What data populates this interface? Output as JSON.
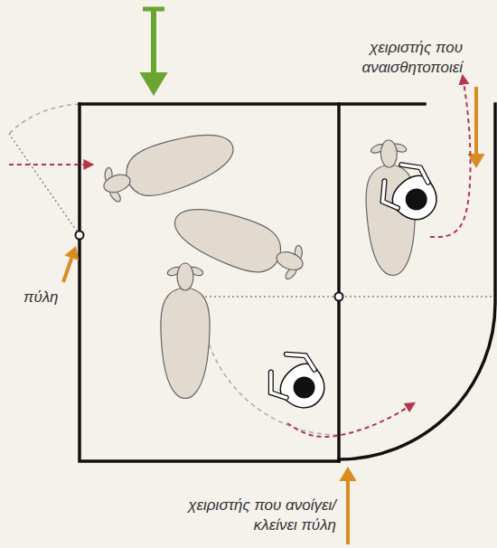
{
  "diagram": {
    "labels": [
      "χειριστής που αναισθητοποιεί",
      "πύλη",
      "χειριστής που ανοίγει/κλείνει πύλη"
    ]
  }
}
